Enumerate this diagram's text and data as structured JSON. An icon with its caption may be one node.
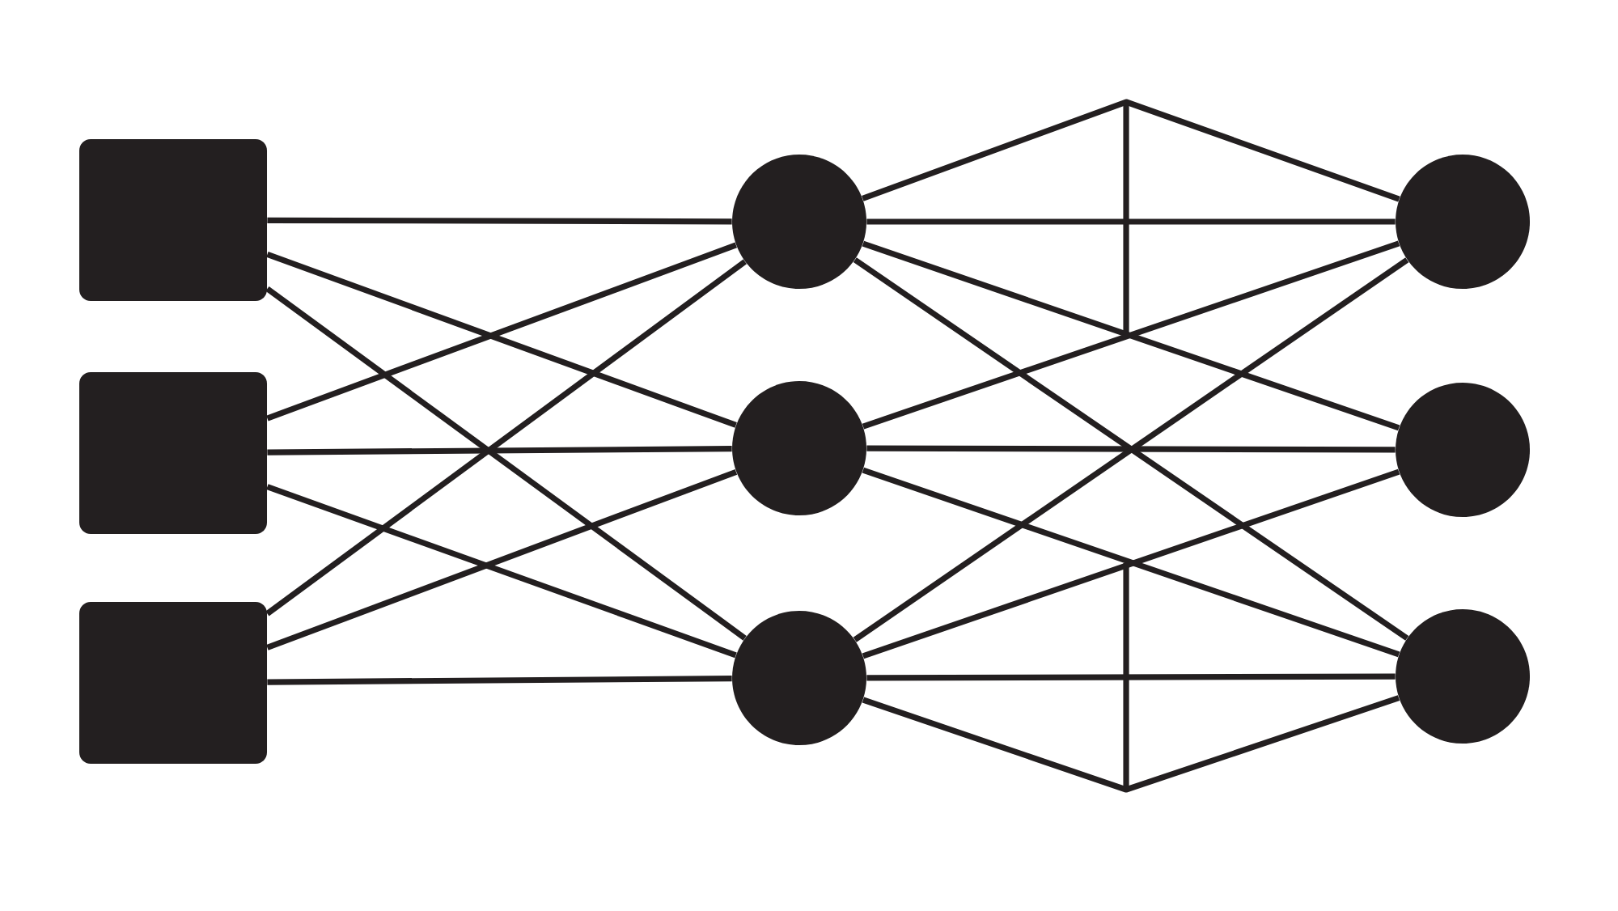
{
  "diagram": {
    "nodes": [
      {
        "text": [],
        "shape": "box"
      },
      {
        "text": [],
        "shape": "box"
      },
      {
        "text": [],
        "shape": "box"
      },
      {
        "text": [],
        "shape": "circle"
      },
      {
        "text": [],
        "shape": "circle"
      },
      {
        "text": [],
        "shape": "circle"
      },
      {
        "text": [],
        "shape": "circle"
      },
      {
        "text": [],
        "shape": "circle"
      },
      {
        "text": [],
        "shape": "circle"
      }
    ],
    "edges": [
      {
        "from": 0,
        "to": 3,
        "arrow": "none"
      },
      {
        "from": 0,
        "to": 4,
        "arrow": "none"
      },
      {
        "from": 0,
        "to": 5,
        "arrow": "none"
      },
      {
        "from": 1,
        "to": 3,
        "arrow": "none"
      },
      {
        "from": 1,
        "to": 4,
        "arrow": "none"
      },
      {
        "from": 1,
        "to": 5,
        "arrow": "none"
      },
      {
        "from": 2,
        "to": 3,
        "arrow": "none"
      },
      {
        "from": 2,
        "to": 4,
        "arrow": "none"
      },
      {
        "from": 2,
        "to": 5,
        "arrow": "none"
      },
      {
        "from": 3,
        "to": 6,
        "arrow": "none"
      },
      {
        "from": 3,
        "to": 6,
        "arrow": "none"
      },
      {
        "from": 3,
        "to": 7,
        "arrow": "none"
      },
      {
        "from": 3,
        "to": 8,
        "arrow": "none"
      },
      {
        "from": 4,
        "to": 6,
        "arrow": "none"
      },
      {
        "from": 4,
        "to": 7,
        "arrow": "none"
      },
      {
        "from": 4,
        "to": 8,
        "arrow": "none"
      },
      {
        "from": 5,
        "to": 6,
        "arrow": "none"
      },
      {
        "from": 5,
        "to": 7,
        "arrow": "none"
      },
      {
        "from": 5,
        "to": 8,
        "arrow": "none"
      },
      {
        "from": 5,
        "to": 8,
        "arrow": "none"
      }
    ]
  }
}
